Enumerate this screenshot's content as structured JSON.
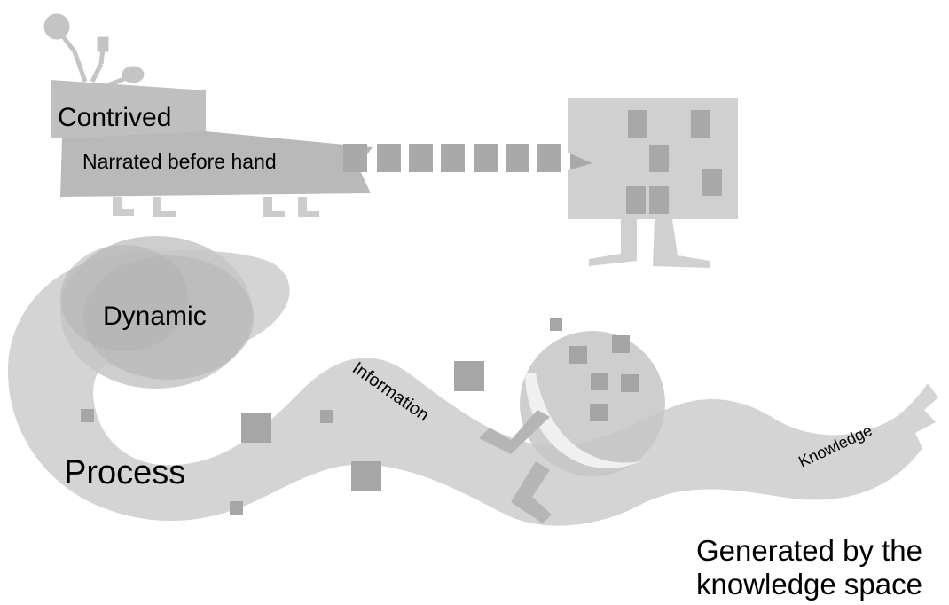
{
  "labels": {
    "contrived": "Contrived",
    "narrated": "Narrated before hand",
    "dynamic": "Dynamic",
    "information": "Information",
    "process": "Process",
    "knowledge": "Knowledge",
    "caption_line1": "Generated by the",
    "caption_line2": "knowledge space"
  },
  "colors": {
    "background": "#ffffff",
    "light_gray": "#d3d3d3",
    "mid_gray": "#c2c2c2",
    "dark_gray": "#a6a6a6",
    "text": "#000000"
  }
}
